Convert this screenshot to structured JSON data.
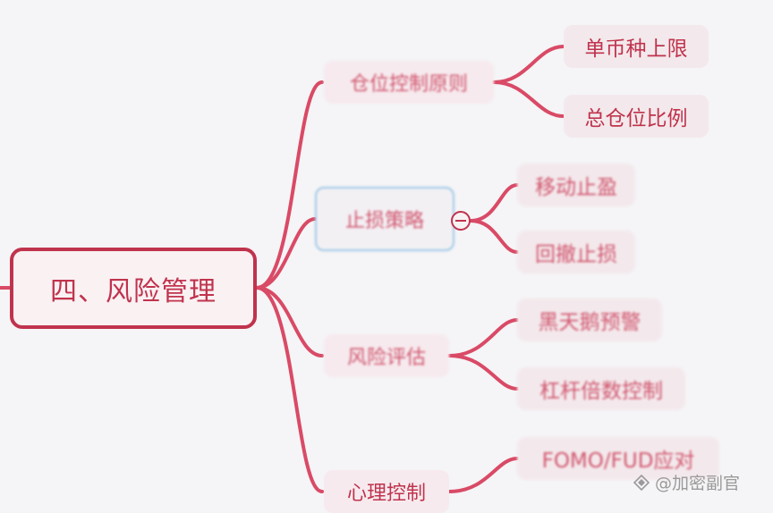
{
  "mindmap": {
    "root": {
      "label": "四、风险管理"
    },
    "branches": [
      {
        "label": "仓位控制原则",
        "children": [
          "单币种上限",
          "总仓位比例"
        ]
      },
      {
        "label": "止损策略",
        "children": [
          "移动止盈",
          "回撤止损"
        ]
      },
      {
        "label": "风险评估",
        "children": [
          "黑天鹅预警",
          "杠杆倍数控制"
        ]
      },
      {
        "label": "心理控制",
        "children": [
          "FOMO/FUD应对"
        ]
      }
    ]
  },
  "watermark": {
    "text": "@加密副官"
  },
  "colors": {
    "accent": "#c0334d",
    "line": "#d94a66",
    "background": "#f5f4f6"
  }
}
